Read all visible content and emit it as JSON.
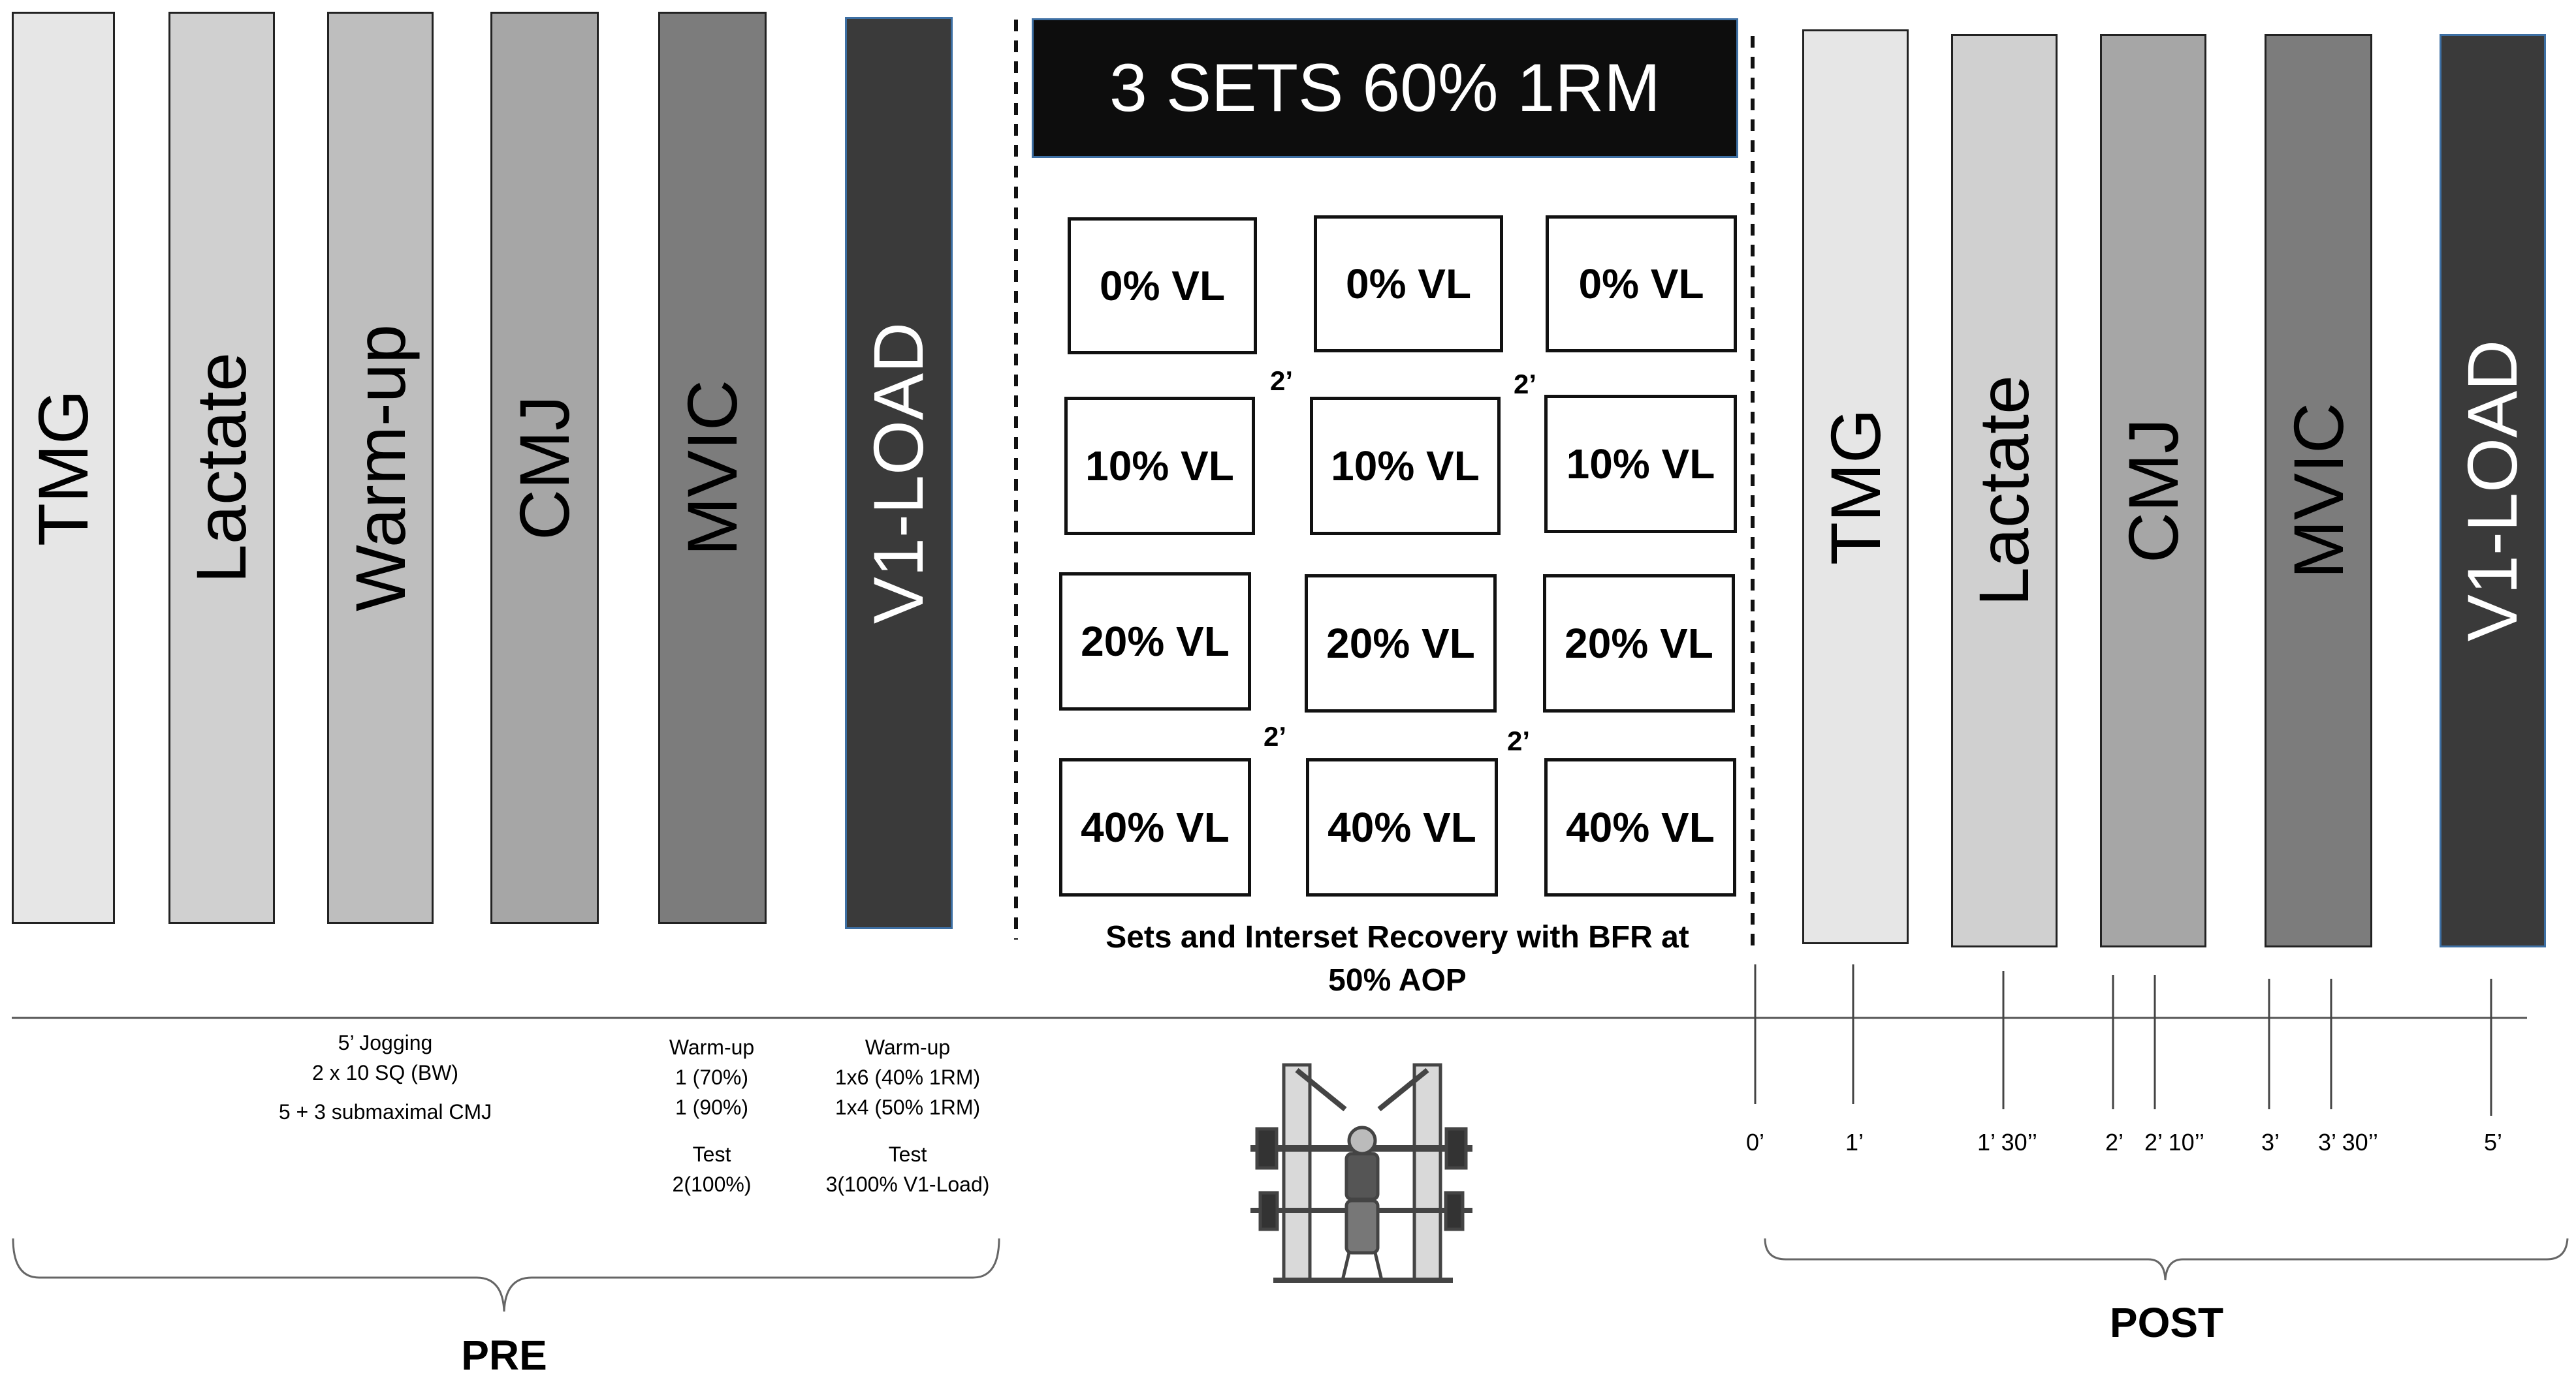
{
  "pre": {
    "measures": [
      {
        "label": "TMG",
        "color": "#e6e6e6",
        "text_color": "#000000"
      },
      {
        "label": "Lactate",
        "color": "#d0d0d0",
        "text_color": "#000000"
      },
      {
        "label": "Warm-up",
        "color": "#bebebe",
        "text_color": "#000000"
      },
      {
        "label": "CMJ",
        "color": "#a6a6a6",
        "text_color": "#000000"
      },
      {
        "label": "MVIC",
        "color": "#7c7c7c",
        "text_color": "#000000"
      },
      {
        "label": "V1-LOAD",
        "color": "#3a3a3a",
        "text_color": "#ffffff"
      }
    ],
    "notes": {
      "warmup_1": "5’ Jogging",
      "warmup_2": "2 x 10  SQ (BW)",
      "warmup_3": "5 + 3 submaximal CMJ",
      "mvic_1": "Warm-up",
      "mvic_2": "1 (70%)",
      "mvic_3": "1 (90%)",
      "mvic_4": "Test",
      "mvic_5": "2(100%)",
      "v1_1": "Warm-up",
      "v1_2": "1x6 (40% 1RM)",
      "v1_3": "1x4 (50% 1RM)",
      "v1_4": "Test",
      "v1_5": "3(100% V1-Load)"
    },
    "label": "PRE"
  },
  "protocol": {
    "title": "3 SETS 60% 1RM",
    "rows": [
      [
        "0% VL",
        "0% VL",
        "0% VL"
      ],
      [
        "10% VL",
        "10% VL",
        "10% VL"
      ],
      [
        "20% VL",
        "20% VL",
        "20% VL"
      ],
      [
        "40% VL",
        "40% VL",
        "40% VL"
      ]
    ],
    "recovery": "2’",
    "caption_1": "Sets and Interset Recovery with BFR at",
    "caption_2": "50% AOP"
  },
  "post": {
    "measures": [
      {
        "label": "TMG",
        "color": "#e6e6e6",
        "text_color": "#000000"
      },
      {
        "label": "Lactate",
        "color": "#d0d0d0",
        "text_color": "#000000"
      },
      {
        "label": "CMJ",
        "color": "#a6a6a6",
        "text_color": "#000000"
      },
      {
        "label": "MVIC",
        "color": "#7c7c7c",
        "text_color": "#000000"
      },
      {
        "label": "V1-LOAD",
        "color": "#3a3a3a",
        "text_color": "#ffffff"
      }
    ],
    "times": [
      "0’",
      "1’",
      "1’ 30’’",
      "2’",
      "2’ 10’’",
      "3’",
      "3’ 30’’",
      "5’"
    ],
    "label": "POST"
  }
}
